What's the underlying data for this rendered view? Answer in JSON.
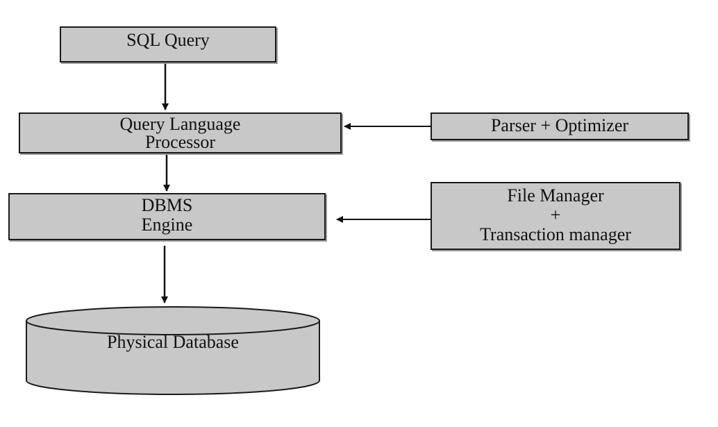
{
  "diagram": {
    "nodes": {
      "sql_query": {
        "lines": [
          "SQL Query"
        ]
      },
      "query_language_processor": {
        "lines": [
          "Query Language",
          "Processor"
        ]
      },
      "parser_optimizer": {
        "lines": [
          "Parser + Optimizer"
        ]
      },
      "dbms_engine": {
        "lines": [
          "DBMS",
          "Engine"
        ]
      },
      "file_transaction_manager": {
        "lines": [
          "File Manager",
          "+",
          "Transaction manager"
        ]
      },
      "physical_database": {
        "label": "Physical Database"
      }
    },
    "edges": [
      {
        "from": "sql_query",
        "to": "query_language_processor"
      },
      {
        "from": "parser_optimizer",
        "to": "query_language_processor"
      },
      {
        "from": "query_language_processor",
        "to": "dbms_engine"
      },
      {
        "from": "file_transaction_manager",
        "to": "dbms_engine"
      },
      {
        "from": "dbms_engine",
        "to": "physical_database"
      }
    ],
    "colors": {
      "box_fill": "#c8c8c8",
      "stroke": "#1a1a1a",
      "background": "#ffffff"
    }
  }
}
